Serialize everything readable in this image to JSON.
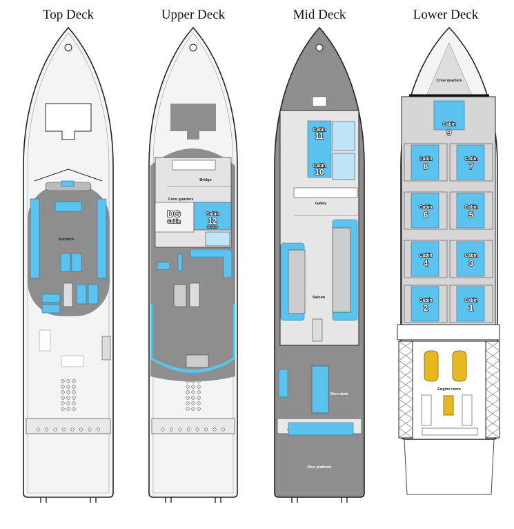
{
  "decks": [
    {
      "title": "Top Deck",
      "labels": {
        "sundeck": "Sundeck"
      }
    },
    {
      "title": "Upper Deck",
      "labels": {
        "bridge": "Bridge",
        "crew": "Crew quarters",
        "dg_top": "DG",
        "dg_bottom": "Cabin",
        "cabin12_word": "Cabin",
        "cabin12_num": "12",
        "cabin12_note": "DC IN HP"
      }
    },
    {
      "title": "Mid Deck",
      "labels": {
        "cabin11_word": "Cabin",
        "cabin11_num": "11",
        "cabin10_word": "Cabin",
        "cabin10_num": "10",
        "galley": "Galley",
        "saloon": "Saloon",
        "dive_deck": "Dive deck",
        "dive_platform": "Dive platform"
      }
    },
    {
      "title": "Lower Deck",
      "labels": {
        "crew": "Crew quarters",
        "cabin_word": "Cabin",
        "cabins": [
          "9",
          "8",
          "7",
          "6",
          "5",
          "4",
          "3",
          "2",
          "1"
        ],
        "engine_room": "Engine room"
      }
    }
  ],
  "colors": {
    "cabin_blue": "#5cc3ee",
    "deck_grey": "#8e8e8e",
    "engine_yellow": "#e8b820"
  }
}
